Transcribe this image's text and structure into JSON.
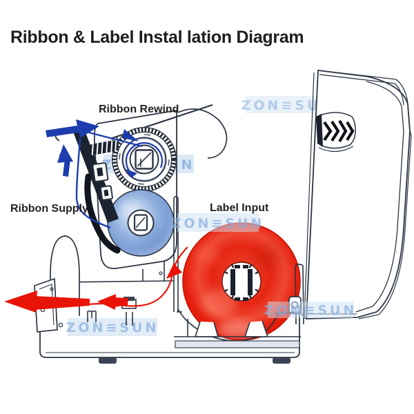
{
  "page": {
    "title": "Ribbon & Label Instal lation Diagram",
    "background_color": "#ffffff"
  },
  "diagram": {
    "labels": {
      "ribbon_rewind": "Ribbon Rewind",
      "ribbon_supply": "Ribbon Supply",
      "label_input": "Label Input"
    },
    "colors": {
      "line_art": "#2b3442",
      "ribbon_path": "#1d3dae",
      "label_path": "#e81408",
      "ribbon_supply_spool": "#8fafdc",
      "label_roll": "#e8321c",
      "watermark": "#86aedd"
    }
  },
  "watermark": {
    "text": "ZON≡SUN",
    "brand": "ZONESUN"
  }
}
